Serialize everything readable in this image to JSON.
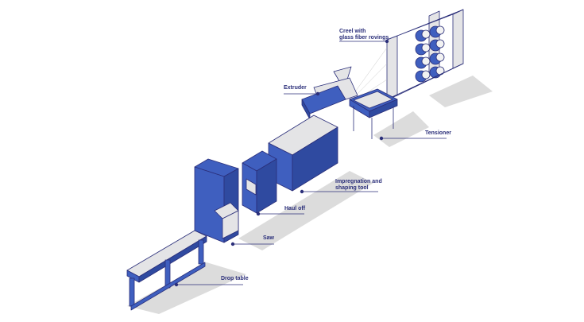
{
  "labels": {
    "creel_line1": "Creel with",
    "creel_line2": "glass fiber rovings",
    "extruder": "Extruder",
    "tensioner": "Tensioner",
    "impregnation_line1": "Impregnation and",
    "impregnation_line2": "shaping tool",
    "haul_off": "Haul off",
    "saw": "Saw",
    "drop_table": "Drop table"
  },
  "colors": {
    "blue": "#3f5fbf",
    "dark": "#2b2f7a",
    "grey": "#e4e4e6",
    "shadow": "#dcdcdc"
  }
}
